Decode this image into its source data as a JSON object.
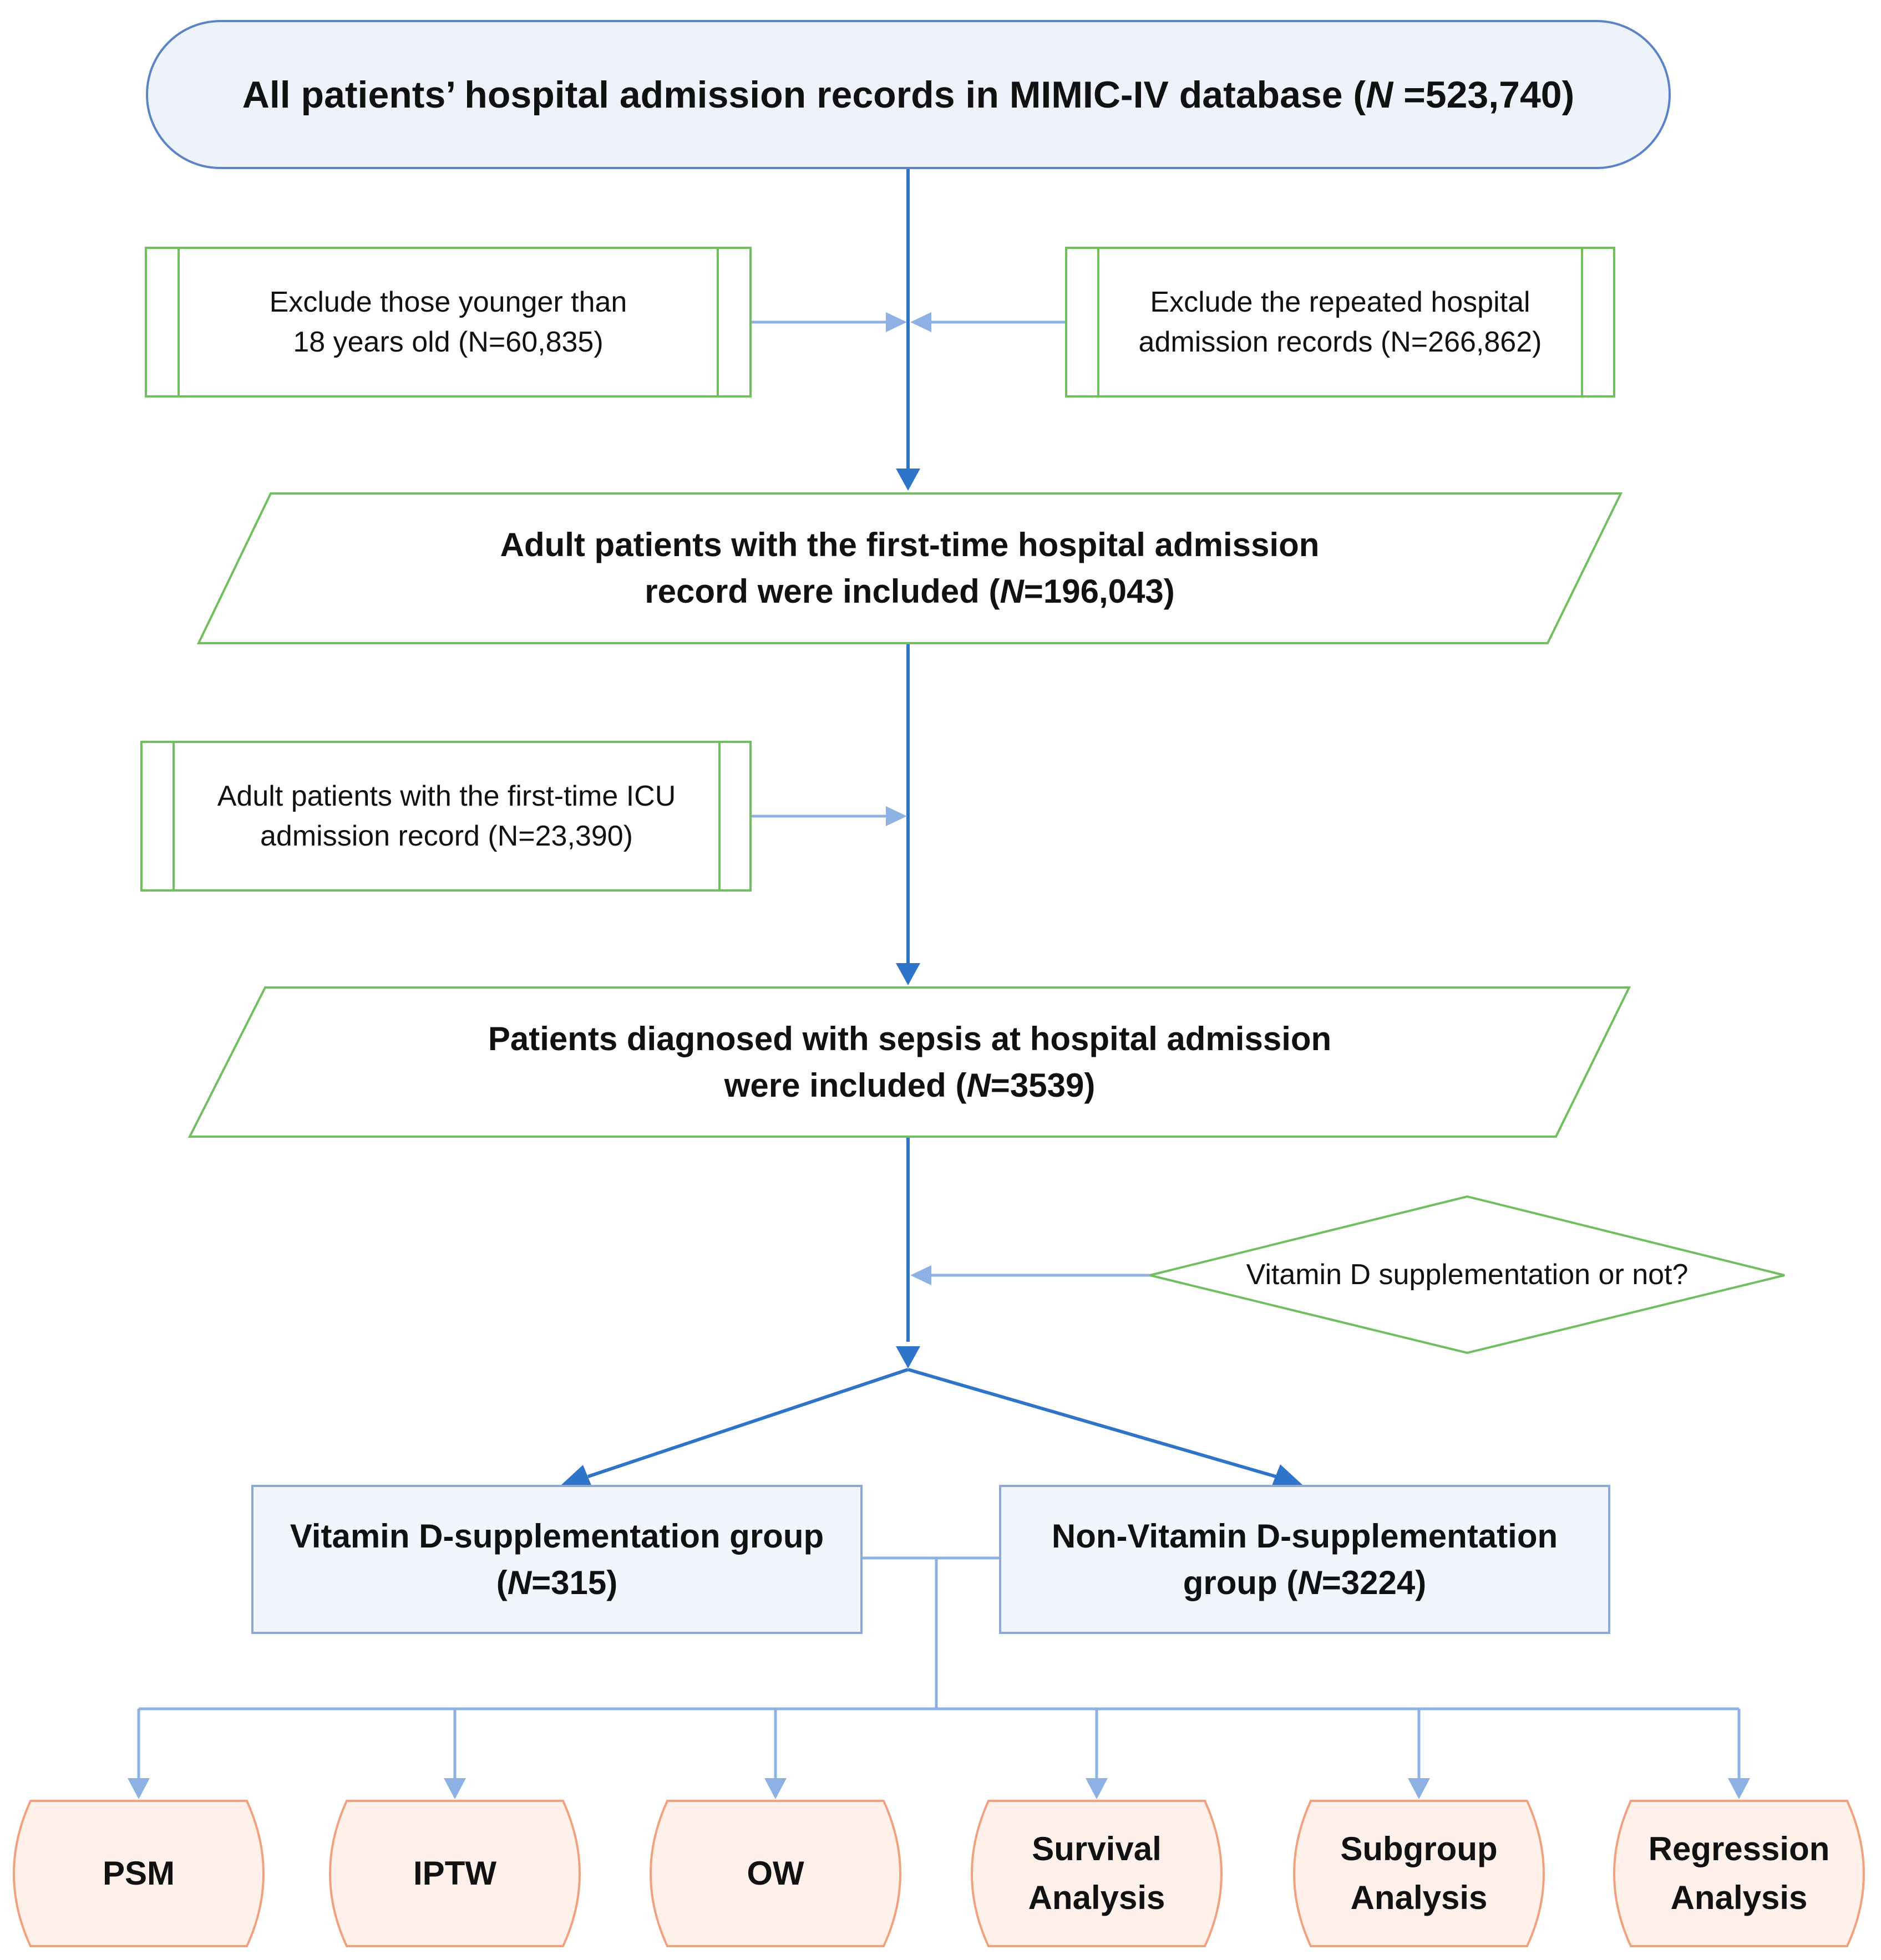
{
  "colors": {
    "flow_arrow": "#2E74C8",
    "light_arrow": "#8EB1E3",
    "green_border": "#6FBF5F",
    "group_border": "#8EA9D6",
    "outcome_border": "#F0A27F",
    "outcome_fill": "#FFF1EA",
    "top_border": "#5B83C8",
    "top_fill": "#EEF3FB"
  },
  "nodes": {
    "all_records": {
      "text": "All patients’ hospital admission records in MIMIC-IV database (",
      "n_label": "N",
      "n_value": " =523,740)"
    },
    "exclude_young": {
      "line1": "Exclude those younger than",
      "line2": "18 years old (N=60,835)"
    },
    "exclude_repeated": {
      "line1": "Exclude the repeated hospital",
      "line2": "admission records (N=266,862)"
    },
    "adult_first_admission": {
      "line1": "Adult patients with the first-time hospital admission",
      "line2_text": "record were included  (",
      "n_label": "N",
      "n_value": "=196,043)"
    },
    "adult_first_icu": {
      "line1": "Adult patients with the first-time ICU",
      "line2": "admission record (N=23,390)"
    },
    "sepsis": {
      "line1": "Patients diagnosed with sepsis at hospital admission",
      "line2_text": "were included  (",
      "n_label": "N",
      "n_value": "=3539)"
    },
    "decision": {
      "text": "Vitamin D supplementation or not?"
    },
    "vitd_group": {
      "line1": "Vitamin D-supplementation group",
      "line2_text": "(",
      "n_label": "N",
      "n_value": "=315)"
    },
    "non_vitd_group": {
      "line1": "Non-Vitamin D-supplementation",
      "line2_text": "group (",
      "n_label": "N",
      "n_value": "=3224)"
    }
  },
  "outcomes": [
    {
      "line1": "PSM",
      "line2": ""
    },
    {
      "line1": "IPTW",
      "line2": ""
    },
    {
      "line1": "OW",
      "line2": ""
    },
    {
      "line1": "Survival",
      "line2": "Analysis"
    },
    {
      "line1": "Subgroup",
      "line2": "Analysis"
    },
    {
      "line1": "Regression",
      "line2": "Analysis"
    }
  ]
}
